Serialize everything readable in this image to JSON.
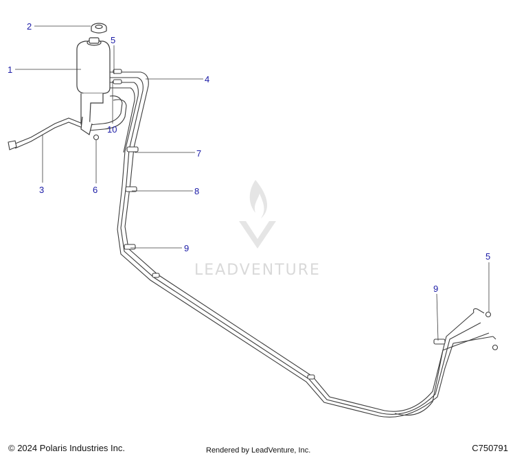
{
  "callouts": {
    "c1": "1",
    "c2": "2",
    "c3": "3",
    "c4": "4",
    "c5a": "5",
    "c5b": "5",
    "c6": "6",
    "c7": "7",
    "c8": "8",
    "c9a": "9",
    "c9b": "9",
    "c10": "10"
  },
  "watermark": {
    "text": "LEADVENTURE",
    "icon": "flame-v-logo-icon"
  },
  "footer": {
    "copyright": "© 2024 Polaris Industries Inc.",
    "rendered_by": "Rendered by LeadVenture, Inc.",
    "part_code": "C750791"
  },
  "colors": {
    "callout": "#1a1aa6",
    "line_art": "#3a3a3a",
    "watermark": "#d9d9d9"
  }
}
